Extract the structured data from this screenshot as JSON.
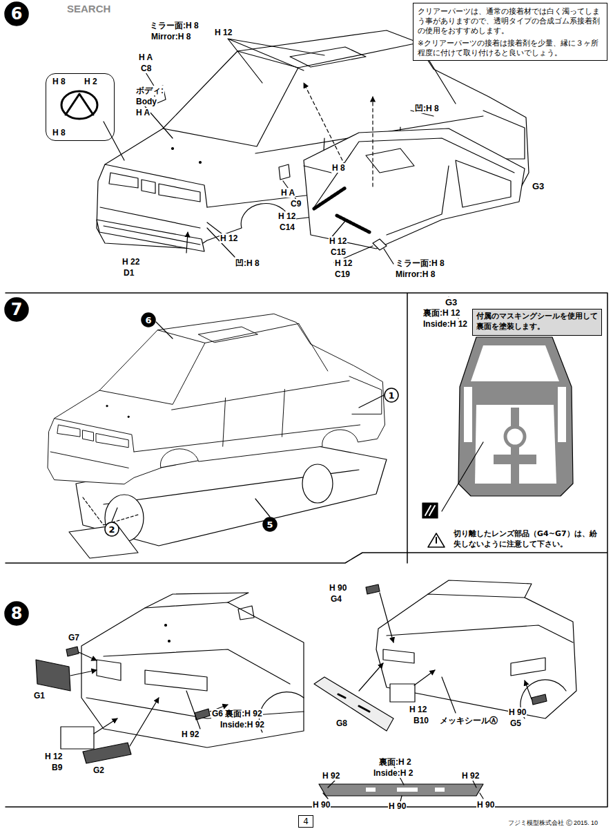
{
  "diagram": {
    "nodes": [
      {
        "text": [
          "クリアーパーツは、通常の接着材では白く濁ってしまう事がありますので、透明タイプの合成ゴム系接着剤の使用をおすすめします。",
          "※クリアーパーツの接着は接着剤を少量、縁に３ヶ所程度に付けて取り付けると良いでしょう。"
        ]
      },
      {
        "text": [
          "H 8",
          "H 2",
          "H 8"
        ]
      },
      {
        "text": [
          "6"
        ]
      },
      {
        "text": [
          "7"
        ]
      },
      {
        "text": [
          "6"
        ]
      },
      {
        "text": [
          "1"
        ]
      },
      {
        "text": [
          "5"
        ]
      },
      {
        "text": [
          "2"
        ]
      },
      {
        "text": [
          "付属のマスキングシールを使用して裏面を塗装します。"
        ]
      },
      {
        "text": [
          "8"
        ]
      },
      {
        "text": [
          "4"
        ]
      }
    ],
    "labels": [
      "SEARCH",
      "ミラー面:H 8",
      "Mirror:H 8",
      "H 12",
      "H A",
      "C8",
      "ボディ:",
      "Body",
      "H A",
      "凹:H 8",
      "H 8",
      "H A",
      "C9",
      "H 12",
      "C14",
      "H 12",
      "H 12",
      "C15",
      "H 12",
      "C19",
      "ミラー面:H 8",
      "Mirror:H 8",
      "G3",
      "H 22",
      "D1",
      "凹:H 8",
      "G3",
      "裏面:H 12",
      "Inside:H 12",
      "切り離したレンズ部品（G4~G7）は、紛失しないように注意して下さい。",
      "G7",
      "G1",
      "H 12",
      "B9",
      "G2",
      "H 92",
      "G6 裏面:H 92",
      "Inside:H 92",
      "H 90",
      "G4",
      "G8",
      "H 12",
      "B10",
      "メッキシールⒶ",
      "H 90",
      "G5",
      "裏面:H 2",
      "Inside:H 2",
      "H 92",
      "H 92",
      "H 90",
      "H 90",
      "H 90",
      "フジミ模型株式会社 Ⓒ 2015. 10"
    ]
  }
}
